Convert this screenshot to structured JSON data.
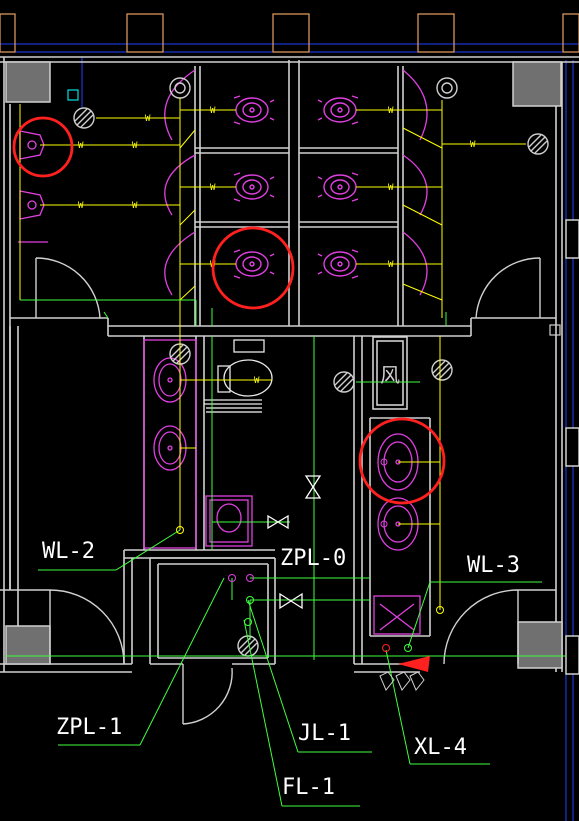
{
  "drawing": {
    "colors": {
      "background": "#000000",
      "wall": "#d0d0d0",
      "fixture": "#e040e0",
      "water_pipe": "#ffff00",
      "drain_pipe": "#40ff40",
      "label": "#ffffff",
      "highlight": "#ff2020",
      "grid": "#2040ff",
      "column": "#e8a060",
      "cyan": "#00e0e0"
    },
    "pipe_tag": "W",
    "labels": {
      "wl2": "WL-2",
      "zpl0": "ZPL-0",
      "wl3": "WL-3",
      "zpl1": "ZPL-1",
      "jl1": "JL-1",
      "xl4": "XL-4",
      "fl1": "FL-1"
    },
    "vent_symbol": "风"
  }
}
